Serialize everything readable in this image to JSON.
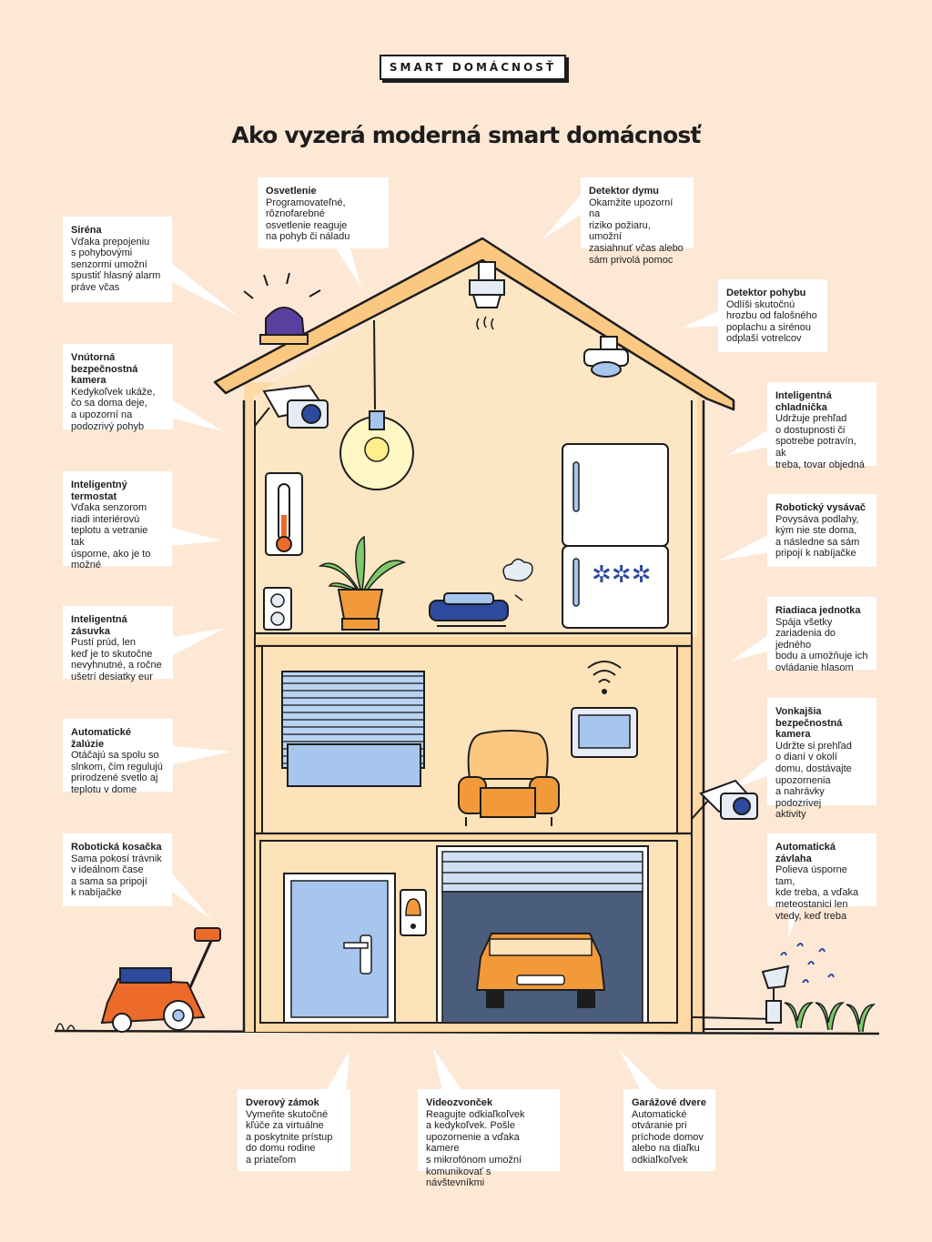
{
  "header": {
    "tag": "SMART DOMÁCNOSŤ",
    "title": "Ako vyzerá moderná smart domácnosť"
  },
  "callouts": [
    {
      "key": "sirena",
      "title": "Siréna",
      "text": "Vďaka prepojeniu\ns pohybovými\nsenzormi umožní\nspustiť hlasný alarm\npráve včas"
    },
    {
      "key": "osvetlenie",
      "title": "Osvetlenie",
      "text": "Programovateľné,\nrôznofarebné\nosvetlenie reaguje\nna pohyb či náladu"
    },
    {
      "key": "detektor-dymu",
      "title": "Detektor dymu",
      "text": "Okamžite upozorní na\nriziko požiaru, umožní\nzasiahnuť včas alebo\nsám privolá pomoc"
    },
    {
      "key": "detektor-pohybu",
      "title": "Detektor pohybu",
      "text": "Odlíši skutočnú\nhrozbu od falošného\npoplachu a sirénou\nodplaší votrelcov"
    },
    {
      "key": "vnutorna-kamera",
      "title": "Vnútorná\nbezpečnostná kamera",
      "text": "Kedykoľvek ukáže,\nčo sa doma deje,\na upozorní na\npodozrivý pohyb"
    },
    {
      "key": "chladnicka",
      "title": "Inteligentná\nchladnička",
      "text": "Udržuje prehľad\no dostupnosti či\nspotrebe potravín, ak\ntreba, tovar objedná"
    },
    {
      "key": "termostat",
      "title": "Inteligentný\ntermostat",
      "text": "Vďaka senzorom\nriadi interiérovú\nteplotu a vetranie tak\núsporne, ako je to\nmožné"
    },
    {
      "key": "vysavac",
      "title": "Robotický vysávač",
      "text": "Povysáva podlahy,\nkým nie ste doma,\na následne sa sám\npripojí k nabíjačke"
    },
    {
      "key": "zasuvka",
      "title": "Inteligentná zásuvka",
      "text": "Pustí prúd, len\nkeď je to skutočne\nnevyhnutné, a ročne\nušetrí desiatky eur"
    },
    {
      "key": "riadiaca-jednotka",
      "title": "Riadiaca jednotka",
      "text": "Spája všetky\nzariadenia do jedného\nbodu a umožňuje ich\novládanie hlasom"
    },
    {
      "key": "zaluzie",
      "title": "Automatické žalúzie",
      "text": "Otáčajú sa spolu so\nslnkom, čím regulujú\nprirodzené svetlo aj\nteplotu v dome"
    },
    {
      "key": "vonkajsia-kamera",
      "title": "Vonkajšia\nbezpečnostná kamera",
      "text": "Udržte si prehľad\no dianí v okolí\ndomu, dostávajte\nupozornenia\na nahrávky podozrivej\naktivity"
    },
    {
      "key": "kosacka",
      "title": "Robotická kosačka",
      "text": "Sama pokosí trávnik\nv ideálnom čase\na sama sa pripojí\nk nabíjačke"
    },
    {
      "key": "zavlaha",
      "title": "Automatická závlaha",
      "text": "Polieva úsporne tam,\nkde treba, a vďaka\nmeteostanici len\nvtedy, keď treba"
    },
    {
      "key": "zamok",
      "title": "Dverový zámok",
      "text": "Vymeňte skutočné\nkľúče za virtuálne\na poskytnite prístup\ndo domu rodine\na priateľom"
    },
    {
      "key": "zvoncek",
      "title": "Videozvonček",
      "text": "Reagujte odkiaľkoľvek\na kedykoľvek. Pošle\nupozornenie a vďaka kamere\ns mikrofónom umožní\nkomunikovať s návštevníkmi"
    },
    {
      "key": "garazove-dvere",
      "title": "Garážové dvere",
      "text": "Automatické\notváranie pri\npríchode domov\nalebo na diaľku\nodkiaľkoľvek"
    }
  ],
  "colors": {
    "background": "#fde8d6",
    "house_wall": "#fdd9a6",
    "attic": "#fde6c4",
    "outline": "#1d1d1d",
    "blue": "#a7c6ee",
    "dark_blue": "#2d4a9c",
    "orange": "#f29a3a",
    "red_orange": "#ec6b2a",
    "purple": "#5b3f9e",
    "plant_green": "#7dc96b",
    "callout_bg": "#ffffff"
  }
}
